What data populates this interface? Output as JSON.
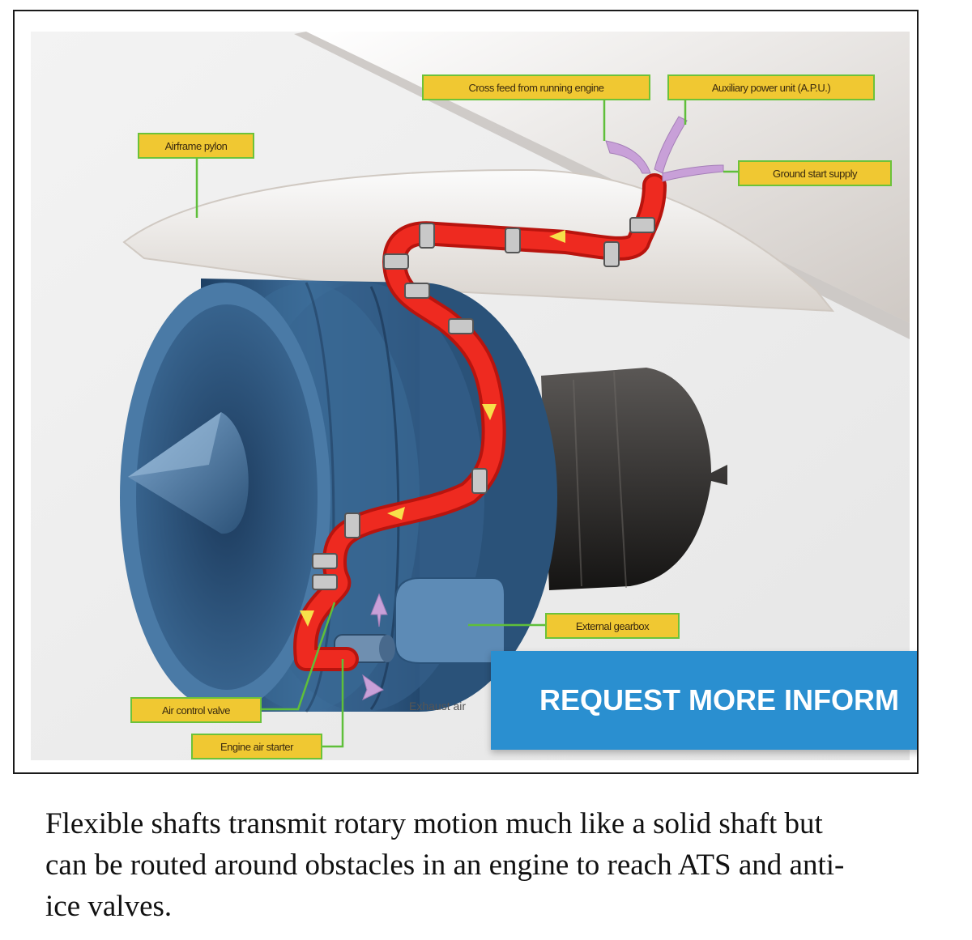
{
  "diagram": {
    "labels": {
      "cross_feed": "Cross feed from running engine",
      "apu": "Auxiliary power unit (A.P.U.)",
      "airframe_pylon": "Airframe pylon",
      "ground_start": "Ground start supply",
      "external_gearbox": "External gearbox",
      "air_control_valve": "Air control valve",
      "engine_air_starter": "Engine air starter",
      "exhaust_air": "Exhaust air"
    },
    "colors": {
      "callout_fill": "#f0c832",
      "callout_border": "#6cc23a",
      "duct": "#e8261e",
      "engine_blue": "#2f5b86",
      "airflow_arrow": "#c8a0d8"
    }
  },
  "banner": {
    "text": "REQUEST MORE INFORM",
    "color": "#2a8fd0"
  },
  "caption": "Flexible shafts transmit rotary motion much like a solid shaft but can be routed around obstacles in an engine to reach ATS and anti-ice valves."
}
